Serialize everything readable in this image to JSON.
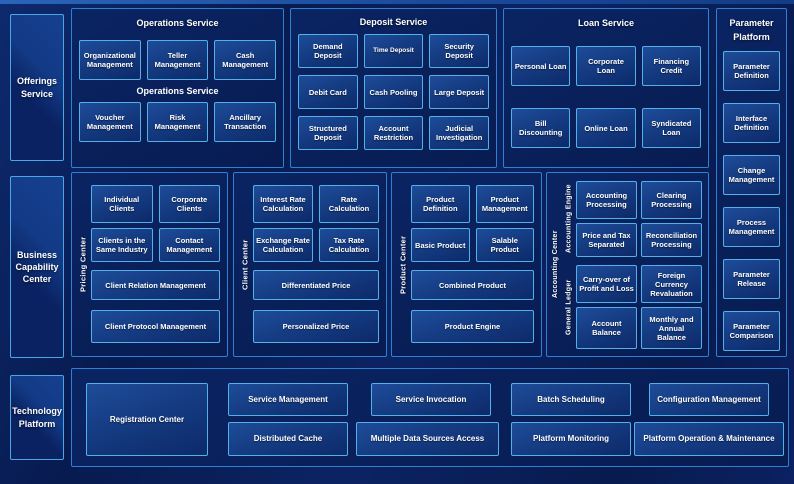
{
  "palette": {
    "page_bg": "#0b2161",
    "panel_border": "#2e80d2",
    "box_border": "#54b0e8",
    "box_fill_light": "#1e4c99",
    "box_fill_dark": "#0d2a6a",
    "text": "#ffffff",
    "top_strip": "#1a4a9c"
  },
  "left_rail": {
    "offerings": "Offerings Service",
    "business": "Business Capability Center",
    "technology": "Technology Platform"
  },
  "top_row": {
    "operations": {
      "title": "Operations Service",
      "subtitle": "Operations Service",
      "row1": [
        "Organizational Management",
        "Teller Management",
        "Cash Management"
      ],
      "row2": [
        "Voucher Management",
        "Risk Management",
        "Ancillary Transaction"
      ]
    },
    "deposit": {
      "title": "Deposit Service",
      "boxes": [
        "Demand Deposit",
        "Time Deposit",
        "Security Deposit",
        "Debit Card",
        "Cash Pooling",
        "Large Deposit",
        "Structured Deposit",
        "Account Restriction",
        "Judicial Investigation"
      ]
    },
    "loan": {
      "title": "Loan Service",
      "boxes": [
        "Personal Loan",
        "Corporate Loan",
        "Financing Credit",
        "Bill Discounting",
        "Online Loan",
        "Syndicated Loan"
      ]
    }
  },
  "parameter_platform": {
    "title": "Parameter Platform",
    "boxes": [
      "Parameter Definition",
      "Interface Definition",
      "Change Management",
      "Process Management",
      "Parameter Release",
      "Parameter Comparison"
    ]
  },
  "middle_row": {
    "pricing_center": {
      "label": "Pricing Center",
      "boxes": [
        "Individual Clients",
        "Corporate Clients",
        "Clients in the Same Industry",
        "Contact Management",
        "Client Relation Management",
        "Client Protocol Management"
      ]
    },
    "client_center": {
      "label": "Client Center",
      "boxes": [
        "Interest Rate Calculation",
        "Rate Calculation",
        "Exchange Rate Calculation",
        "Tax Rate Calculation",
        "Differentiated Price",
        "Personalized Price"
      ]
    },
    "product_center": {
      "label": "Product Center",
      "boxes": [
        "Product Definition",
        "Product Management",
        "Basic Product",
        "Salable Product",
        "Combined Product",
        "Product Engine"
      ]
    },
    "accounting_center": {
      "label": "Accounting Center",
      "groups": [
        {
          "label": "Accounting Engine",
          "boxes": [
            "Accounting Processing",
            "Clearing Processing",
            "Price and Tax Separated",
            "Reconciliation Processing"
          ]
        },
        {
          "label": "General Ledger",
          "boxes": [
            "Carry-over of Profit and Loss",
            "Foreign Currency Revaluation",
            "Account Balance",
            "Monthly and Annual Balance"
          ]
        }
      ]
    }
  },
  "technology": {
    "registration": "Registration Center",
    "row1": [
      "Service Management",
      "Service Invocation",
      "Batch Scheduling",
      "Configuration Management"
    ],
    "row2": [
      "Distributed Cache",
      "Multiple Data Sources Access",
      "Platform Monitoring",
      "Platform Operation & Maintenance"
    ]
  }
}
